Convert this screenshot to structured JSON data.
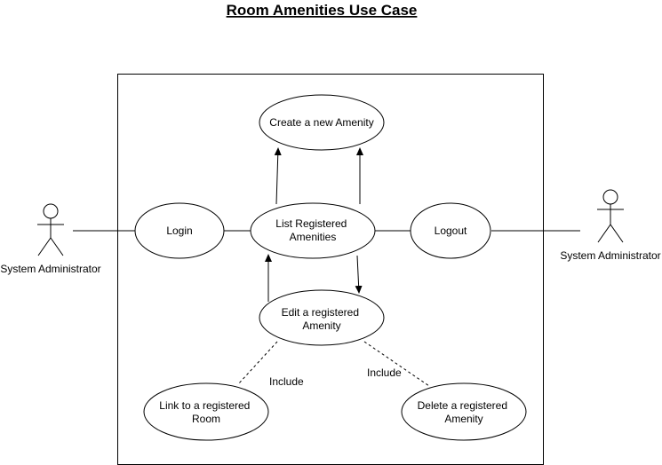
{
  "title": "Room Amenities Use Case",
  "actors": {
    "left": "System Administrator",
    "right": "System Administrator"
  },
  "use_cases": {
    "create_amenity": [
      "Create a new Amenity"
    ],
    "list_amenities": [
      "List Registered",
      "Amenities"
    ],
    "login": [
      "Login"
    ],
    "logout": [
      "Logout"
    ],
    "edit_amenity": [
      "Edit a registered",
      "Amenity"
    ],
    "link_room": [
      "Link to a registered",
      "Room"
    ],
    "delete_amenity": [
      "Delete a registered",
      "Amenity"
    ]
  },
  "relations": {
    "include_link": "Include",
    "include_delete": "Include"
  }
}
